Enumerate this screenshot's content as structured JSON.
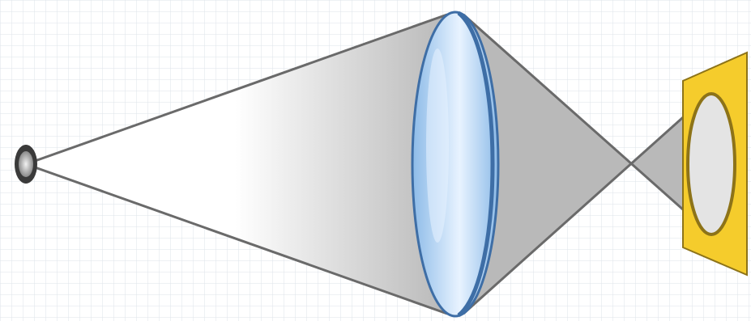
{
  "diagram": {
    "components": [
      {
        "id": "point-source",
        "kind": "point light source"
      },
      {
        "id": "convex-lens",
        "kind": "biconvex lens"
      },
      {
        "id": "focal-point",
        "kind": "crossing point of rays"
      },
      {
        "id": "image-screen",
        "kind": "screen showing projected image"
      }
    ],
    "colors": {
      "background": "#ffffff",
      "grid": "#dde3ea",
      "ray": "#6a6a6a",
      "beam_light": "#ffffff",
      "beam_dark": "#b9b9b9",
      "lens_fill": "#8dbbe8",
      "lens_highlight": "#e8f3ff",
      "lens_edge": "#3e6ea6",
      "screen_fill": "#f5cc2c",
      "screen_edge": "#8d7318",
      "image_fill": "#e4e4e4"
    }
  }
}
